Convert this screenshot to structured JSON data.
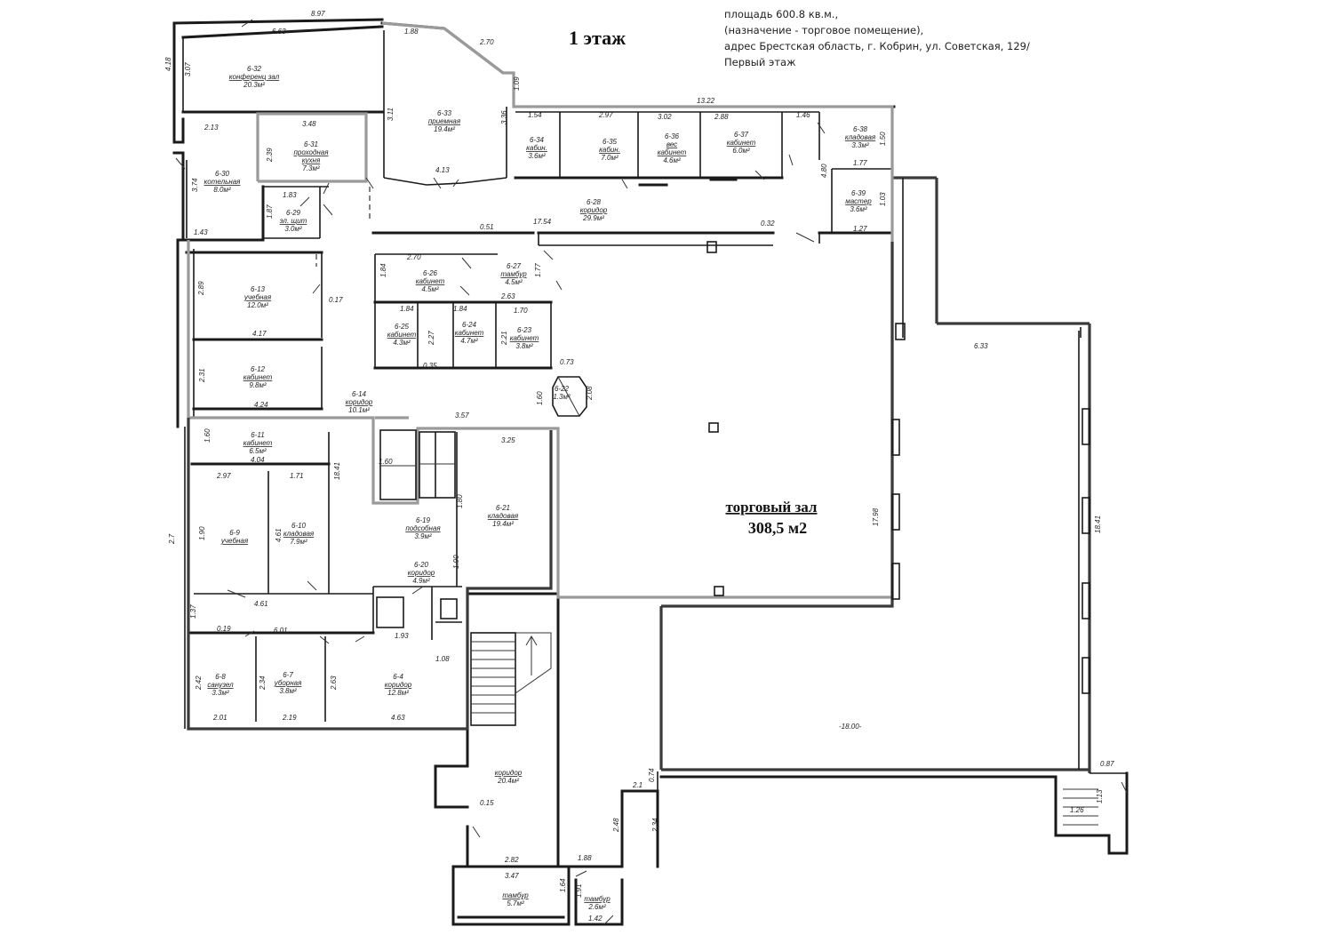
{
  "title": "1 этаж",
  "info": {
    "line1": "площадь 600.8 кв.м.,",
    "line2": "(назначение - торговое помещение),",
    "line3": "адрес Брестская область, г. Кобрин, ул. Советская, 129/",
    "line4": "Первый этаж"
  },
  "hall": {
    "name": "торговый зал",
    "area": "308,5 м2"
  },
  "rooms": [
    {
      "id": "r32",
      "num": "6-32",
      "name": "конференц зал",
      "area": "20.3м²"
    },
    {
      "id": "r33",
      "num": "6-33",
      "name": "приемная",
      "area": "19.4м²"
    },
    {
      "id": "r31",
      "num": "6-31",
      "name": "проходная",
      "name2": "кухня",
      "area": "7.3м²"
    },
    {
      "id": "r30",
      "num": "6-30",
      "name": "котельная",
      "area": "8.0м²"
    },
    {
      "id": "r29",
      "num": "6-29",
      "name": "эл. щит",
      "area": "3.0м²"
    },
    {
      "id": "r34",
      "num": "6-34",
      "name": "кабин.",
      "area": "3.6м²"
    },
    {
      "id": "r35",
      "num": "6-35",
      "name": "кабин.",
      "area": "7.0м²"
    },
    {
      "id": "r36",
      "num": "6-36",
      "name": "вес",
      "name2": "кабинет",
      "area": "4.6м²"
    },
    {
      "id": "r37",
      "num": "6-37",
      "name": "кабинет",
      "area": "6.0м²"
    },
    {
      "id": "r38",
      "num": "6-38",
      "name": "кладовая",
      "area": "3.3м²"
    },
    {
      "id": "r39",
      "num": "6-39",
      "name": "мастер",
      "area": "3.6м²"
    },
    {
      "id": "r28",
      "num": "6-28",
      "name": "коридор",
      "area": "29.9м²"
    },
    {
      "id": "r26",
      "num": "6-26",
      "name": "кабинет",
      "area": "4.5м²"
    },
    {
      "id": "r27",
      "num": "6-27",
      "name": "тамбур",
      "area": "4.5м²"
    },
    {
      "id": "r13",
      "num": "6-13",
      "name": "учебная",
      "area": "12.0м²"
    },
    {
      "id": "r25",
      "num": "6-25",
      "name": "кабинет",
      "area": "4.3м²"
    },
    {
      "id": "r24",
      "num": "6-24",
      "name": "кабинет",
      "area": "4.7м²"
    },
    {
      "id": "r23",
      "num": "6-23",
      "name": "кабинет",
      "area": "3.8м²"
    },
    {
      "id": "r12",
      "num": "6-12",
      "name": "кабинет",
      "area": "9.8м²"
    },
    {
      "id": "r14",
      "num": "6-14",
      "name": "коридор",
      "area": "10.1м²"
    },
    {
      "id": "r22",
      "num": "6-22",
      "name": "",
      "area": "1.3м²"
    },
    {
      "id": "r11",
      "num": "6-11",
      "name": "кабинет",
      "area": "6.5м²"
    },
    {
      "id": "r21",
      "num": "6-21",
      "name": "кладовая",
      "area": "19.4м²"
    },
    {
      "id": "r9",
      "num": "6-9",
      "name": "учебная",
      "area": ""
    },
    {
      "id": "r10",
      "num": "6-10",
      "name": "кладовая",
      "area": "7.9м²"
    },
    {
      "id": "r19",
      "num": "6-19",
      "name": "подсобная",
      "area": "3.9м²"
    },
    {
      "id": "r20",
      "num": "6-20",
      "name": "коридор",
      "area": "4.9м²"
    },
    {
      "id": "r8",
      "num": "6-8",
      "name": "санузел",
      "area": "3.3м²"
    },
    {
      "id": "r7",
      "num": "6-7",
      "name": "уборная",
      "area": "3.8м²"
    },
    {
      "id": "r4",
      "num": "6-4",
      "name": "коридор",
      "area": "12.8м²"
    },
    {
      "id": "rlob",
      "num": "",
      "name": "коридор",
      "area": "20.4м²"
    },
    {
      "id": "rt1",
      "num": "",
      "name": "тамбур",
      "area": "5.7м²"
    },
    {
      "id": "rt2",
      "num": "",
      "name": "тамбур",
      "area": "2.6м²"
    }
  ],
  "dims": {
    "d01": "8.97",
    "d02": "6.63",
    "d03": "1.88",
    "d04": "2.70",
    "d05": "4.18",
    "d06": "3.07",
    "d07": "2.13",
    "d08": "3.48",
    "d09": "3.11",
    "d10": "3.36",
    "d11": "1.09",
    "d12": "4.13",
    "d13": "13.22",
    "d14": "1.54",
    "d15": "2.97",
    "d16": "3.02",
    "d17": "2.88",
    "d18": "1.46",
    "d19": "2.39",
    "d20": "1.83",
    "d21": "1.87",
    "d22": "1.43",
    "d23": "3.74",
    "d24": "0.51",
    "d25": "17.54",
    "d26": "0.32",
    "d27": "1.77",
    "d28": "1.27",
    "d29": "4.80",
    "d30": "1.03",
    "d31": "2.89",
    "d32": "4.17",
    "d33": "0.17",
    "d34": "2.70",
    "d35": "2.63",
    "d36": "1.84",
    "d37": "1.84",
    "d38": "1.70",
    "d39": "2.27",
    "d40": "2.21",
    "d41": "0.35",
    "d42": "0.73",
    "d43": "2.31",
    "d44": "4.24",
    "d45": "3.57",
    "d46": "1.60",
    "d47": "2.08",
    "d48": "3.25",
    "d49": "1.60",
    "d50": "4.04",
    "d51": "2.97",
    "d52": "1.71",
    "d53": "1.90",
    "d54": "4.61",
    "d55": "4.61",
    "d56": "2.7",
    "d57": "0.19",
    "d58": "6.01",
    "d59": "1.93",
    "d60": "1.08",
    "d61": "2.42",
    "d62": "2.34",
    "d63": "2.63",
    "d64": "2.01",
    "d65": "2.19",
    "d66": "4.63",
    "d67": "6.33",
    "d68": "17.98",
    "d69": "18.41",
    "d70": "-18.00-",
    "d71": "0.74",
    "d72": "0.87",
    "d73": "2.82",
    "d74": "3.47",
    "d75": "1.64",
    "d76": "0.15",
    "d77": "1.88",
    "d78": "2.48",
    "d79": "2.34",
    "d80": "1.42",
    "d81": "1.91",
    "d82": "1.13",
    "d83": "2.1",
    "d84": "1.26",
    "d85": "1.60",
    "d86": "1.37",
    "d87": "1.77",
    "d88": "1.27",
    "d89": "1.50",
    "d90": "1.80",
    "d91": "1.90"
  }
}
